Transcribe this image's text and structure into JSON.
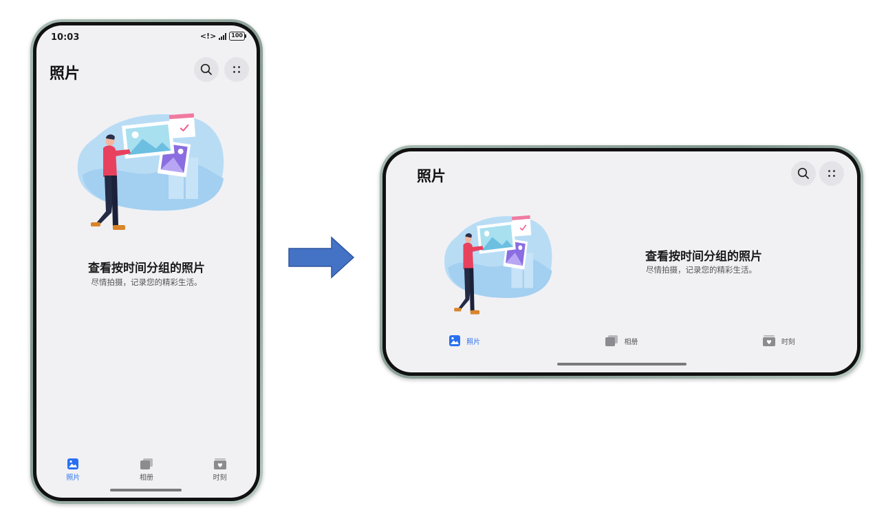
{
  "status_bar": {
    "time": "10:03",
    "vpn_glyph": "<!>",
    "battery": "100"
  },
  "app": {
    "title": "照片",
    "empty_title": "查看按时间分组的照片",
    "empty_subtitle": "尽情拍摄，记录您的精彩生活。"
  },
  "tabs": [
    {
      "label": "照片",
      "icon": "photos-icon",
      "active": true
    },
    {
      "label": "相册",
      "icon": "albums-icon",
      "active": false
    },
    {
      "label": "时刻",
      "icon": "moments-icon",
      "active": false
    }
  ],
  "icons": {
    "search": "search-icon",
    "more": "more-icon",
    "arrow": "right-arrow-icon"
  },
  "colors": {
    "accent": "#2a6ff0",
    "arrow": "#4472c4",
    "screen_bg": "#f1f1f4",
    "frame": "#8fa59b"
  }
}
